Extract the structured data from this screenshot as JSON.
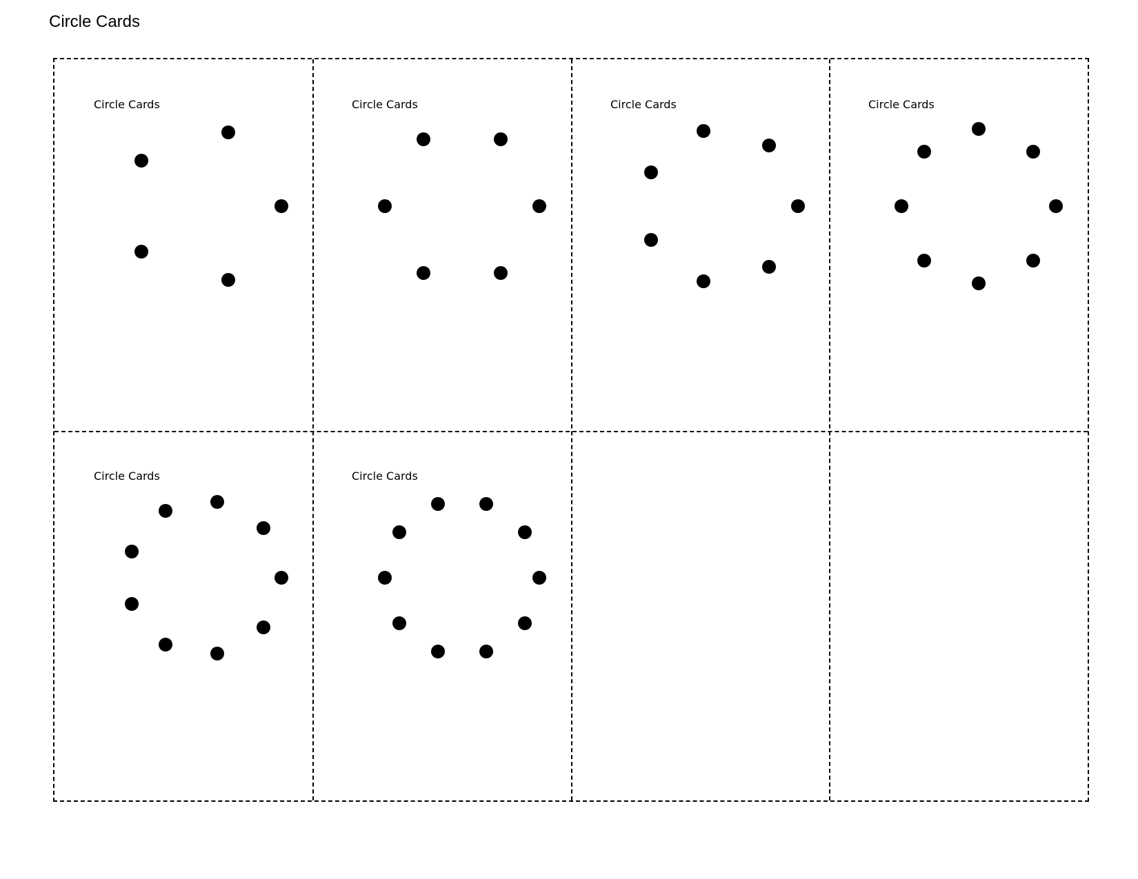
{
  "page": {
    "title": "Circle Cards"
  },
  "colors": {
    "dot": "#000000",
    "border": "#000000",
    "background": "#ffffff"
  },
  "cards": [
    {
      "label": "Circle Cards",
      "dot_count": 5
    },
    {
      "label": "Circle Cards",
      "dot_count": 6
    },
    {
      "label": "Circle Cards",
      "dot_count": 7
    },
    {
      "label": "Circle Cards",
      "dot_count": 8
    },
    {
      "label": "Circle Cards",
      "dot_count": 9
    },
    {
      "label": "Circle Cards",
      "dot_count": 10
    },
    {
      "label": "",
      "dot_count": 0
    },
    {
      "label": "",
      "dot_count": 0
    }
  ]
}
